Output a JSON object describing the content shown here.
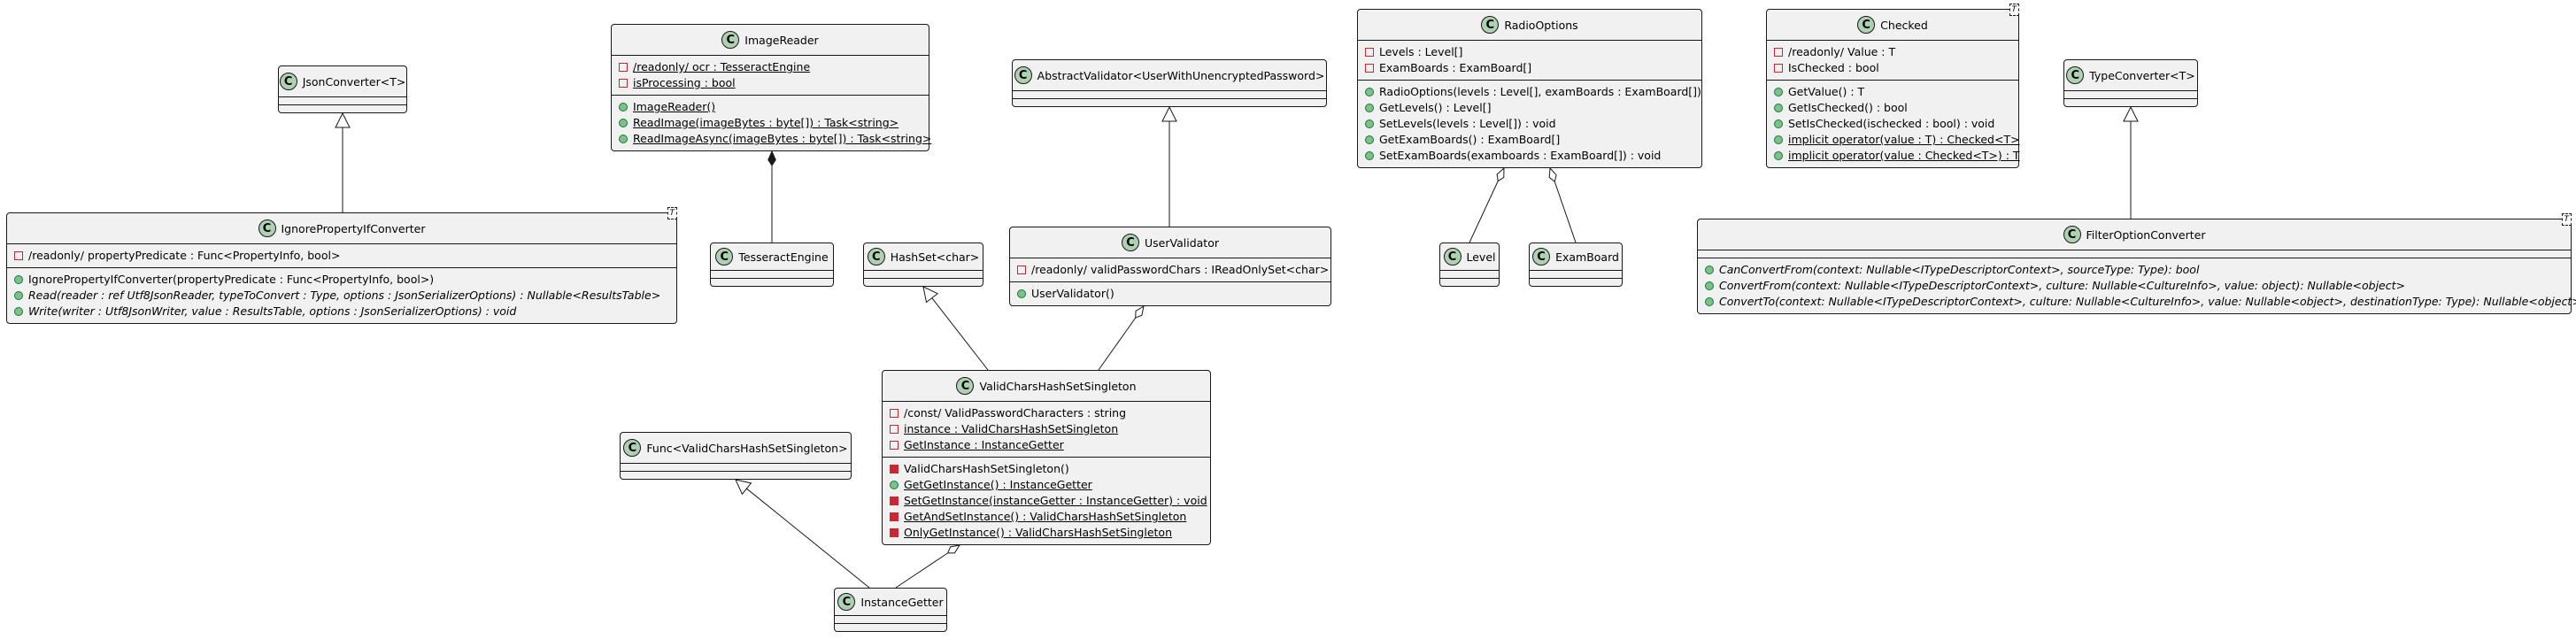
{
  "classes": [
    {
      "id": "JsonConverter",
      "name": "JsonConverter<T>",
      "fields": [],
      "methods": []
    },
    {
      "id": "IgnorePropertyIfConverter",
      "name": "IgnorePropertyIfConverter",
      "template": "T",
      "fields": [
        {
          "vis": "private",
          "outline": true,
          "text": "/readonly/ propertyPredicate : Func<PropertyInfo, bool>"
        }
      ],
      "methods": [
        {
          "vis": "public",
          "text": "IgnorePropertyIfConverter(propertyPredicate : Func<PropertyInfo, bool>)"
        },
        {
          "vis": "public",
          "text": "Read(reader : ref Utf8JsonReader, typeToConvert : Type, options : JsonSerializerOptions) : Nullable<ResultsTable>",
          "abstract": true
        },
        {
          "vis": "public",
          "text": "Write(writer : Utf8JsonWriter, value : ResultsTable, options : JsonSerializerOptions) : void",
          "abstract": true
        }
      ]
    },
    {
      "id": "ImageReader",
      "name": "ImageReader",
      "fields": [
        {
          "vis": "private",
          "outline": true,
          "text": "/readonly/ ocr : TesseractEngine",
          "static": true
        },
        {
          "vis": "private",
          "outline": true,
          "text": "isProcessing : bool",
          "static": true
        }
      ],
      "methods": [
        {
          "vis": "public",
          "text": "ImageReader()",
          "static": true
        },
        {
          "vis": "public",
          "text": "ReadImage(imageBytes : byte[]) : Task<string>",
          "static": true
        },
        {
          "vis": "public",
          "text": "ReadImageAsync(imageBytes : byte[]) : Task<string>",
          "static": true
        }
      ]
    },
    {
      "id": "TesseractEngine",
      "name": "TesseractEngine",
      "fields": [],
      "methods": []
    },
    {
      "id": "AbstractValidator",
      "name": "AbstractValidator<UserWithUnencryptedPassword>",
      "fields": [],
      "methods": []
    },
    {
      "id": "UserValidator",
      "name": "UserValidator",
      "fields": [
        {
          "vis": "private",
          "outline": true,
          "text": "/readonly/ validPasswordChars : IReadOnlySet<char>"
        }
      ],
      "methods": [
        {
          "vis": "public",
          "text": "UserValidator()"
        }
      ]
    },
    {
      "id": "HashSetChar",
      "name": "HashSet<char>",
      "fields": [],
      "methods": []
    },
    {
      "id": "ValidCharsHashSetSingleton",
      "name": "ValidCharsHashSetSingleton",
      "fields": [
        {
          "vis": "private",
          "outline": true,
          "text": "/const/ ValidPasswordCharacters : string"
        },
        {
          "vis": "private",
          "outline": true,
          "text": "instance : ValidCharsHashSetSingleton",
          "static": true
        },
        {
          "vis": "private",
          "outline": true,
          "text": "GetInstance : InstanceGetter",
          "static": true
        }
      ],
      "methods": [
        {
          "vis": "private",
          "text": "ValidCharsHashSetSingleton()"
        },
        {
          "vis": "public",
          "text": "GetGetInstance() : InstanceGetter",
          "static": true
        },
        {
          "vis": "private",
          "text": "SetGetInstance(instanceGetter : InstanceGetter) : void",
          "static": true
        },
        {
          "vis": "private",
          "text": "GetAndSetInstance() : ValidCharsHashSetSingleton",
          "static": true
        },
        {
          "vis": "private",
          "text": "OnlyGetInstance() : ValidCharsHashSetSingleton",
          "static": true
        }
      ]
    },
    {
      "id": "FuncValidChars",
      "name": "Func<ValidCharsHashSetSingleton>",
      "fields": [],
      "methods": []
    },
    {
      "id": "InstanceGetter",
      "name": "InstanceGetter",
      "fields": [],
      "methods": []
    },
    {
      "id": "RadioOptions",
      "name": "RadioOptions",
      "fields": [
        {
          "vis": "private",
          "outline": true,
          "text": "Levels : Level[]"
        },
        {
          "vis": "private",
          "outline": true,
          "text": "ExamBoards : ExamBoard[]"
        }
      ],
      "methods": [
        {
          "vis": "public",
          "text": "RadioOptions(levels : Level[], examBoards : ExamBoard[])"
        },
        {
          "vis": "public",
          "text": "GetLevels() : Level[]"
        },
        {
          "vis": "public",
          "text": "SetLevels(levels : Level[]) : void"
        },
        {
          "vis": "public",
          "text": "GetExamBoards() : ExamBoard[]"
        },
        {
          "vis": "public",
          "text": "SetExamBoards(examboards : ExamBoard[]) : void"
        }
      ]
    },
    {
      "id": "Level",
      "name": "Level",
      "fields": [],
      "methods": []
    },
    {
      "id": "ExamBoard",
      "name": "ExamBoard",
      "fields": [],
      "methods": []
    },
    {
      "id": "Checked",
      "name": "Checked",
      "template": "T",
      "fields": [
        {
          "vis": "private",
          "outline": true,
          "text": "/readonly/ Value : T"
        },
        {
          "vis": "private",
          "outline": true,
          "text": "IsChecked : bool"
        }
      ],
      "methods": [
        {
          "vis": "public",
          "text": "GetValue() : T"
        },
        {
          "vis": "public",
          "text": "GetIsChecked() : bool"
        },
        {
          "vis": "public",
          "text": "SetIsChecked(ischecked : bool) : void"
        },
        {
          "vis": "public",
          "text": "implicit operator(value : T) : Checked<T>",
          "static": true
        },
        {
          "vis": "public",
          "text": "implicit operator(value : Checked<T>) : T",
          "static": true
        }
      ]
    },
    {
      "id": "TypeConverter",
      "name": "TypeConverter<T>",
      "fields": [],
      "methods": []
    },
    {
      "id": "FilterOptionConverter",
      "name": "FilterOptionConverter",
      "template": "T",
      "fields": [],
      "methods": [
        {
          "vis": "public",
          "text": "CanConvertFrom(context: Nullable<ITypeDescriptorContext>, sourceType: Type): bool",
          "abstract": true
        },
        {
          "vis": "public",
          "text": "ConvertFrom(context: Nullable<ITypeDescriptorContext>, culture: Nullable<CultureInfo>, value: object): Nullable<object>",
          "abstract": true
        },
        {
          "vis": "public",
          "text": "ConvertTo(context: Nullable<ITypeDescriptorContext>, culture: Nullable<CultureInfo>, value: Nullable<object>, destinationType: Type): Nullable<object>",
          "abstract": true
        }
      ]
    }
  ],
  "relations": [
    {
      "from": "IgnorePropertyIfConverter",
      "to": "JsonConverter",
      "type": "extension"
    },
    {
      "from": "TesseractEngine",
      "to": "ImageReader",
      "type": "composition"
    },
    {
      "from": "UserValidator",
      "to": "AbstractValidator",
      "type": "extension"
    },
    {
      "from": "ValidCharsHashSetSingleton",
      "to": "HashSetChar",
      "type": "extension"
    },
    {
      "from": "ValidCharsHashSetSingleton",
      "to": "UserValidator",
      "type": "aggregation"
    },
    {
      "from": "InstanceGetter",
      "to": "FuncValidChars",
      "type": "extension"
    },
    {
      "from": "InstanceGetter",
      "to": "ValidCharsHashSetSingleton",
      "type": "aggregation"
    },
    {
      "from": "Level",
      "to": "RadioOptions",
      "type": "aggregation"
    },
    {
      "from": "ExamBoard",
      "to": "RadioOptions",
      "type": "aggregation"
    },
    {
      "from": "FilterOptionConverter",
      "to": "TypeConverter",
      "type": "extension"
    }
  ],
  "colors": {
    "class_fill": "#f1f1f1",
    "badge": "#add1b2",
    "border": "#181818",
    "private": "#c82930",
    "public": "#84be84"
  },
  "icons": {
    "class": "class-badge-icon",
    "private": "private-visibility-icon",
    "public": "public-visibility-icon"
  }
}
